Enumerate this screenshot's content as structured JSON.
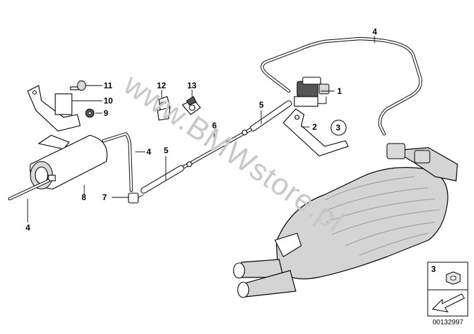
{
  "diagram": {
    "watermark": "www.BMWstore.pl",
    "part_number": "00132997",
    "legend": {
      "callout": "3"
    },
    "callouts": {
      "c1": "1",
      "c2": "2",
      "c3": "3",
      "c4a": "4",
      "c4b": "4",
      "c4c": "4",
      "c5a": "5",
      "c5b": "5",
      "c6": "6",
      "c7": "7",
      "c8": "8",
      "c9": "9",
      "c10": "10",
      "c11": "11",
      "c12": "12",
      "c13": "13"
    }
  },
  "colors": {
    "line": "#000000",
    "fill": "#d9d9d9",
    "watermark": "#c8c8c8"
  }
}
